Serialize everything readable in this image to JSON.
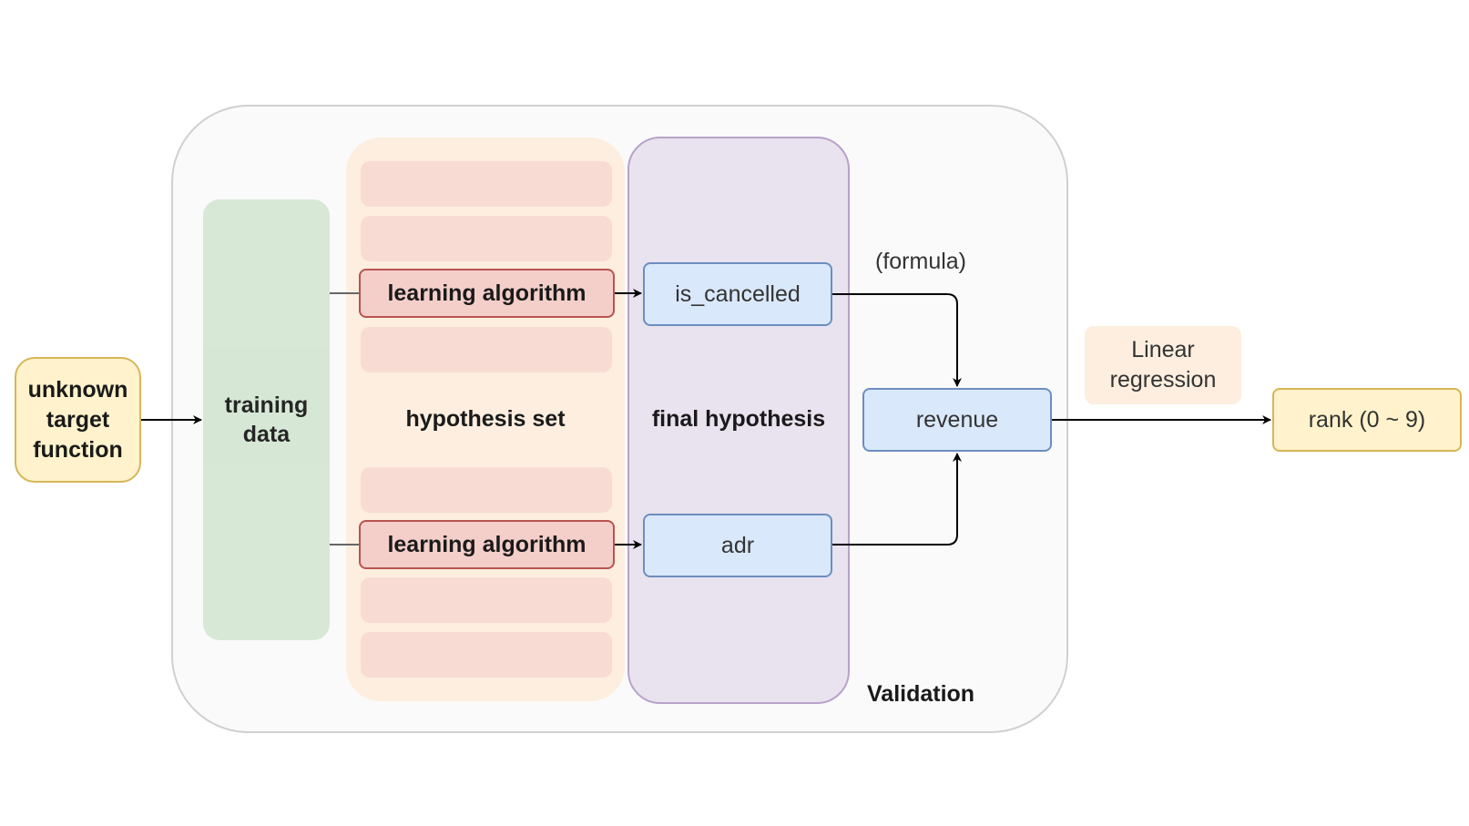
{
  "diagram": {
    "validation_label": "Validation",
    "target_function": {
      "lines": [
        "unknown",
        "target",
        "function"
      ]
    },
    "training_data": {
      "lines": [
        "training",
        "data"
      ]
    },
    "hypothesis_set": {
      "label": "hypothesis set",
      "learning_algorithms": [
        "learning algorithm",
        "learning algorithm"
      ]
    },
    "final_hypothesis": {
      "label": "final hypothesis",
      "outputs": [
        "is_cancelled",
        "adr"
      ]
    },
    "formula_label": "(formula)",
    "revenue": "revenue",
    "linear_regression": {
      "lines": [
        "Linear",
        "regression"
      ]
    },
    "rank": "rank (0 ~ 9)",
    "colors": {
      "target_fill": "#fff2cc",
      "target_stroke": "#d6b656",
      "training_fill": "#d5e8d4",
      "hypothesis_fill": "#fdeedf",
      "learning_fill": "#f4cfca",
      "learning_stroke": "#b85450",
      "final_fill": "#e9e2ef",
      "final_stroke": "#b7a3c9",
      "blue_fill": "#dae8fc",
      "blue_stroke": "#6c8ebf"
    }
  }
}
